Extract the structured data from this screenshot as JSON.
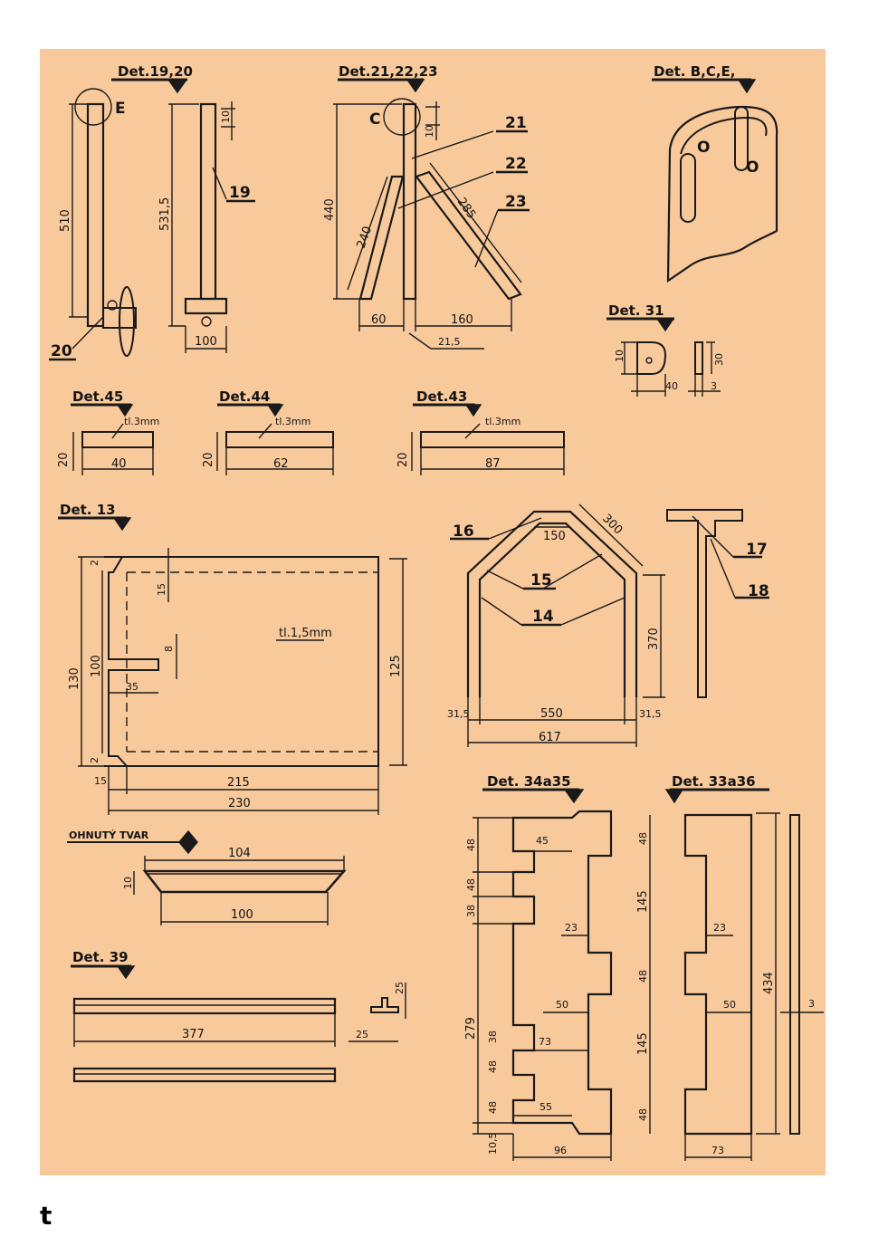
{
  "labels": {
    "det_19_20": "Det.19,20",
    "det_21_22_23": "Det.21,22,23",
    "det_bce": "Det. B,C,E,",
    "det_31": "Det. 31",
    "det_45": "Det.45",
    "det_44": "Det.44",
    "det_43": "Det.43",
    "det_13": "Det. 13",
    "det_34a35": "Det. 34a35",
    "det_33a36": "Det. 33a36",
    "det_39": "Det. 39",
    "ohnuty_tvar": "OHNUTÝ TVAR"
  },
  "thickness": {
    "t3": "tl.3mm",
    "t15": "tl.1,5mm"
  },
  "parts": {
    "p14": "14",
    "p15": "15",
    "p16": "16",
    "p17": "17",
    "p18": "18",
    "p19": "19",
    "p20": "20",
    "p21": "21",
    "p22": "22",
    "p23": "23",
    "letter_e": "E",
    "letter_c": "C",
    "letter_o": "O"
  },
  "dims": {
    "d510": "510",
    "d531_5": "531,5",
    "d10": "10",
    "d100": "100",
    "d440": "440",
    "d240": "240",
    "d285": "285",
    "d60": "60",
    "d160": "160",
    "d21_5": "21,5",
    "d30": "30",
    "d40": "40",
    "d3": "3",
    "d20": "20",
    "d62": "62",
    "d87": "87",
    "d300": "300",
    "d150": "150",
    "d370": "370",
    "d31_5": "31,5",
    "d550": "550",
    "d617": "617",
    "d2": "2",
    "d15": "15",
    "d8": "8",
    "d130": "130",
    "d35": "35",
    "d125": "125",
    "d215": "215",
    "d230": "230",
    "d104": "104",
    "d377": "377",
    "d25": "25",
    "d48": "48",
    "d38": "38",
    "d279": "279",
    "d10_5": "10,5",
    "d45": "45",
    "d73": "73",
    "d50": "50",
    "d55": "55",
    "d96": "96",
    "d145": "145",
    "d23": "23",
    "d434": "434"
  },
  "corner_mark": "t"
}
